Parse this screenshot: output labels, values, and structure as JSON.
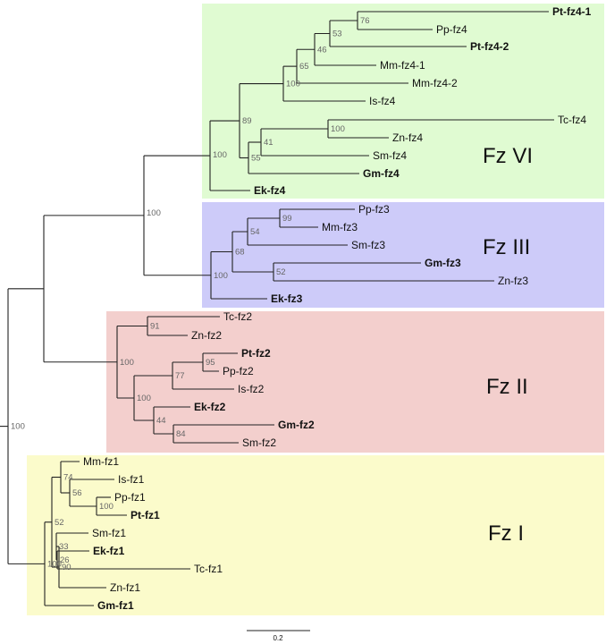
{
  "clades": [
    {
      "id": "fz6",
      "label": "Fz VI",
      "color": "#e0fbd2"
    },
    {
      "id": "fz3",
      "label": "Fz III",
      "color": "#cdcbf9"
    },
    {
      "id": "fz2",
      "label": "Fz II",
      "color": "#f3cfcd"
    },
    {
      "id": "fz1",
      "label": "Fz I",
      "color": "#fbfbcb"
    }
  ],
  "leaves": [
    {
      "id": "Pt-fz4-1",
      "label": "Pt-fz4-1",
      "bold": true
    },
    {
      "id": "Pp-fz4",
      "label": "Pp-fz4",
      "bold": false
    },
    {
      "id": "Pt-fz4-2",
      "label": "Pt-fz4-2",
      "bold": true
    },
    {
      "id": "Mm-fz4-1",
      "label": "Mm-fz4-1",
      "bold": false
    },
    {
      "id": "Mm-fz4-2",
      "label": "Mm-fz4-2",
      "bold": false
    },
    {
      "id": "Is-fz4",
      "label": "Is-fz4",
      "bold": false
    },
    {
      "id": "Tc-fz4",
      "label": "Tc-fz4",
      "bold": false
    },
    {
      "id": "Zn-fz4",
      "label": "Zn-fz4",
      "bold": false
    },
    {
      "id": "Sm-fz4",
      "label": "Sm-fz4",
      "bold": false
    },
    {
      "id": "Gm-fz4",
      "label": "Gm-fz4",
      "bold": true
    },
    {
      "id": "Ek-fz4",
      "label": "Ek-fz4",
      "bold": true
    },
    {
      "id": "Pp-fz3",
      "label": "Pp-fz3",
      "bold": false
    },
    {
      "id": "Mm-fz3",
      "label": "Mm-fz3",
      "bold": false
    },
    {
      "id": "Sm-fz3",
      "label": "Sm-fz3",
      "bold": false
    },
    {
      "id": "Gm-fz3",
      "label": "Gm-fz3",
      "bold": true
    },
    {
      "id": "Zn-fz3",
      "label": "Zn-fz3",
      "bold": false
    },
    {
      "id": "Ek-fz3",
      "label": "Ek-fz3",
      "bold": true
    },
    {
      "id": "Tc-fz2",
      "label": "Tc-fz2",
      "bold": false
    },
    {
      "id": "Zn-fz2",
      "label": "Zn-fz2",
      "bold": false
    },
    {
      "id": "Pt-fz2",
      "label": "Pt-fz2",
      "bold": true
    },
    {
      "id": "Pp-fz2",
      "label": "Pp-fz2",
      "bold": false
    },
    {
      "id": "Is-fz2",
      "label": "Is-fz2",
      "bold": false
    },
    {
      "id": "Ek-fz2",
      "label": "Ek-fz2",
      "bold": true
    },
    {
      "id": "Gm-fz2",
      "label": "Gm-fz2",
      "bold": true
    },
    {
      "id": "Sm-fz2",
      "label": "Sm-fz2",
      "bold": false
    },
    {
      "id": "Mm-fz1",
      "label": "Mm-fz1",
      "bold": false
    },
    {
      "id": "Is-fz1",
      "label": "Is-fz1",
      "bold": false
    },
    {
      "id": "Pp-fz1",
      "label": "Pp-fz1",
      "bold": false
    },
    {
      "id": "Pt-fz1",
      "label": "Pt-fz1",
      "bold": true
    },
    {
      "id": "Sm-fz1",
      "label": "Sm-fz1",
      "bold": false
    },
    {
      "id": "Ek-fz1",
      "label": "Ek-fz1",
      "bold": true
    },
    {
      "id": "Tc-fz1",
      "label": "Tc-fz1",
      "bold": false
    },
    {
      "id": "Zn-fz1",
      "label": "Zn-fz1",
      "bold": false
    },
    {
      "id": "Gm-fz1",
      "label": "Gm-fz1",
      "bold": true
    }
  ],
  "bootstrap": [
    "76",
    "46",
    "53",
    "65",
    "100",
    "89",
    "100",
    "41",
    "55",
    "100",
    "100",
    "99",
    "54",
    "68",
    "52",
    "100",
    "100",
    "91",
    "100",
    "95",
    "77",
    "44",
    "84",
    "100",
    "74",
    "56",
    "100",
    "52",
    "33",
    "26",
    "90",
    "100",
    "100"
  ],
  "scale_bar": {
    "label": "0.2"
  }
}
